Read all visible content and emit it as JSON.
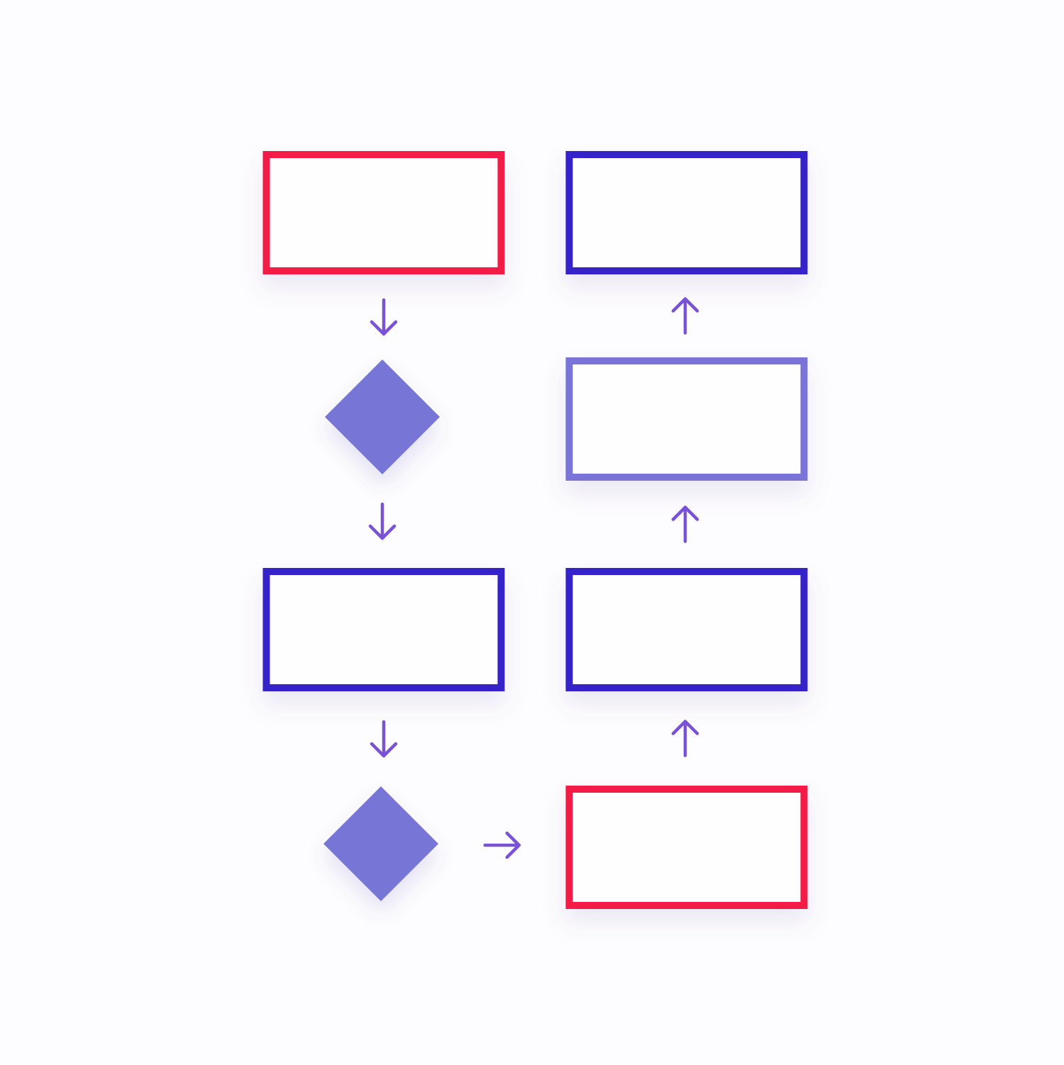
{
  "diagram": {
    "type": "flowchart",
    "background_color": "#fdfcfe",
    "colors": {
      "terminal": "#f41b47",
      "process": "#3422c8",
      "process_light": "#7a73d8",
      "decision": "#7774d6",
      "arrow": "#7a52d6"
    },
    "nodes": [
      {
        "id": "start",
        "shape": "rectangle",
        "role": "terminal",
        "column": "left",
        "row": 1,
        "label": ""
      },
      {
        "id": "decision-1",
        "shape": "diamond",
        "role": "decision",
        "column": "left",
        "row": 2,
        "label": ""
      },
      {
        "id": "process-1",
        "shape": "rectangle",
        "role": "process",
        "column": "left",
        "row": 3,
        "label": ""
      },
      {
        "id": "decision-2",
        "shape": "diamond",
        "role": "decision",
        "column": "left",
        "row": 4,
        "label": ""
      },
      {
        "id": "end",
        "shape": "rectangle",
        "role": "terminal",
        "column": "right",
        "row": 4,
        "label": ""
      },
      {
        "id": "process-2",
        "shape": "rectangle",
        "role": "process",
        "column": "right",
        "row": 3,
        "label": ""
      },
      {
        "id": "process-3",
        "shape": "rectangle",
        "role": "process_light",
        "column": "right",
        "row": 2,
        "label": ""
      },
      {
        "id": "process-4",
        "shape": "rectangle",
        "role": "process",
        "column": "right",
        "row": 1,
        "label": ""
      }
    ],
    "edges": [
      {
        "from": "start",
        "to": "decision-1",
        "direction": "down"
      },
      {
        "from": "decision-1",
        "to": "process-1",
        "direction": "down"
      },
      {
        "from": "process-1",
        "to": "decision-2",
        "direction": "down"
      },
      {
        "from": "decision-2",
        "to": "end",
        "direction": "right"
      },
      {
        "from": "end",
        "to": "process-2",
        "direction": "up"
      },
      {
        "from": "process-2",
        "to": "process-3",
        "direction": "up"
      },
      {
        "from": "process-3",
        "to": "process-4",
        "direction": "up"
      }
    ]
  }
}
